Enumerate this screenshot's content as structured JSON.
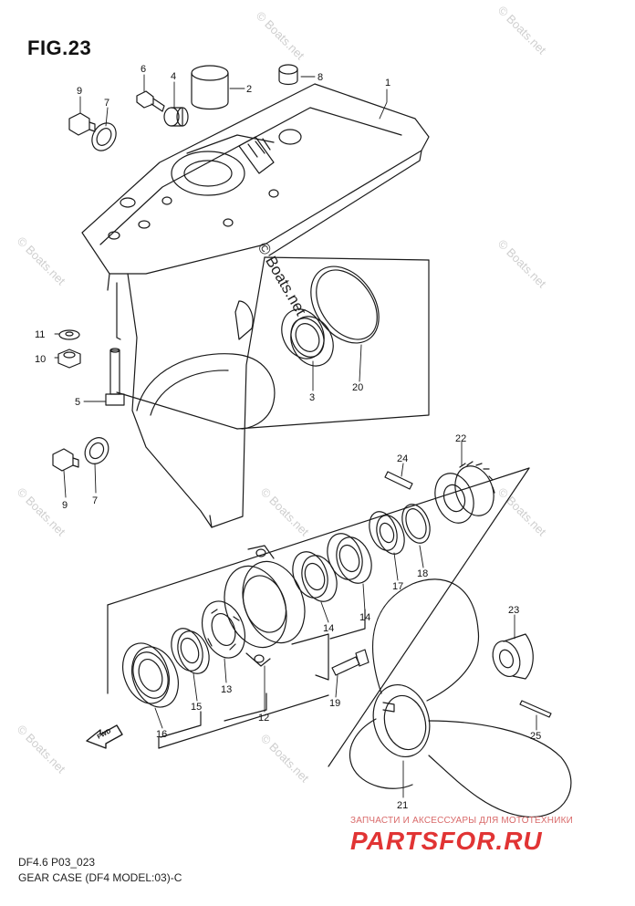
{
  "figure": {
    "title": "FIG.23",
    "code": "DF4.6 P03_023",
    "caption": "GEAR CASE (DF4 MODEL:03)-C"
  },
  "watermark": {
    "text": "© Boats.net"
  },
  "brand": {
    "tagline": "ЗАПЧАСТИ И АКСЕССУАРЫ ДЛЯ МОТОТЕХНИКИ",
    "logo": "PARTSFOR.RU"
  },
  "fwd_label": "FWD",
  "callouts": [
    "1",
    "2",
    "3",
    "4",
    "5",
    "6",
    "7",
    "7",
    "8",
    "9",
    "9",
    "10",
    "11",
    "12",
    "13",
    "14",
    "14",
    "15",
    "16",
    "17",
    "18",
    "19",
    "20",
    "21",
    "22",
    "23",
    "24",
    "25"
  ],
  "colors": {
    "line": "#1a1a1a",
    "watermark": "#cfcfcf",
    "brand": "#e13434"
  }
}
